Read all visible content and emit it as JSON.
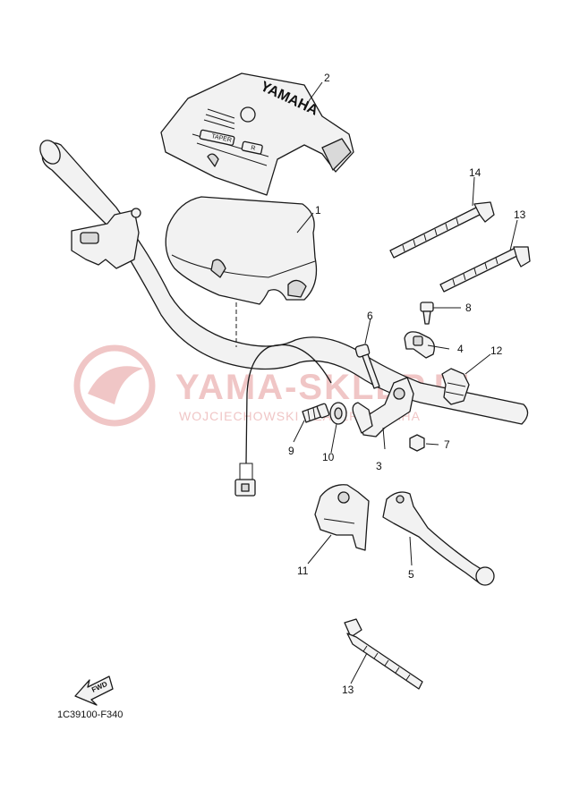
{
  "diagram_code": "1C39100-F340",
  "watermark": {
    "title": "YAMA-SKLEP.PL",
    "subtitle": "WOJCIECHOWSKI DEALER YAMAHA",
    "color": "#f0c6c6"
  },
  "cover_text": {
    "brand": "YAMAHA",
    "badge1": "TAPER",
    "badge2": "R"
  },
  "arrow_label": "FWD",
  "callouts": {
    "c1": "1",
    "c2": "2",
    "c3": "3",
    "c4": "4",
    "c5": "5",
    "c6": "6",
    "c7": "7",
    "c8": "8",
    "c9": "9",
    "c10": "10",
    "c11": "11",
    "c12": "12",
    "c13a": "13",
    "c13b": "13",
    "c14": "14"
  }
}
